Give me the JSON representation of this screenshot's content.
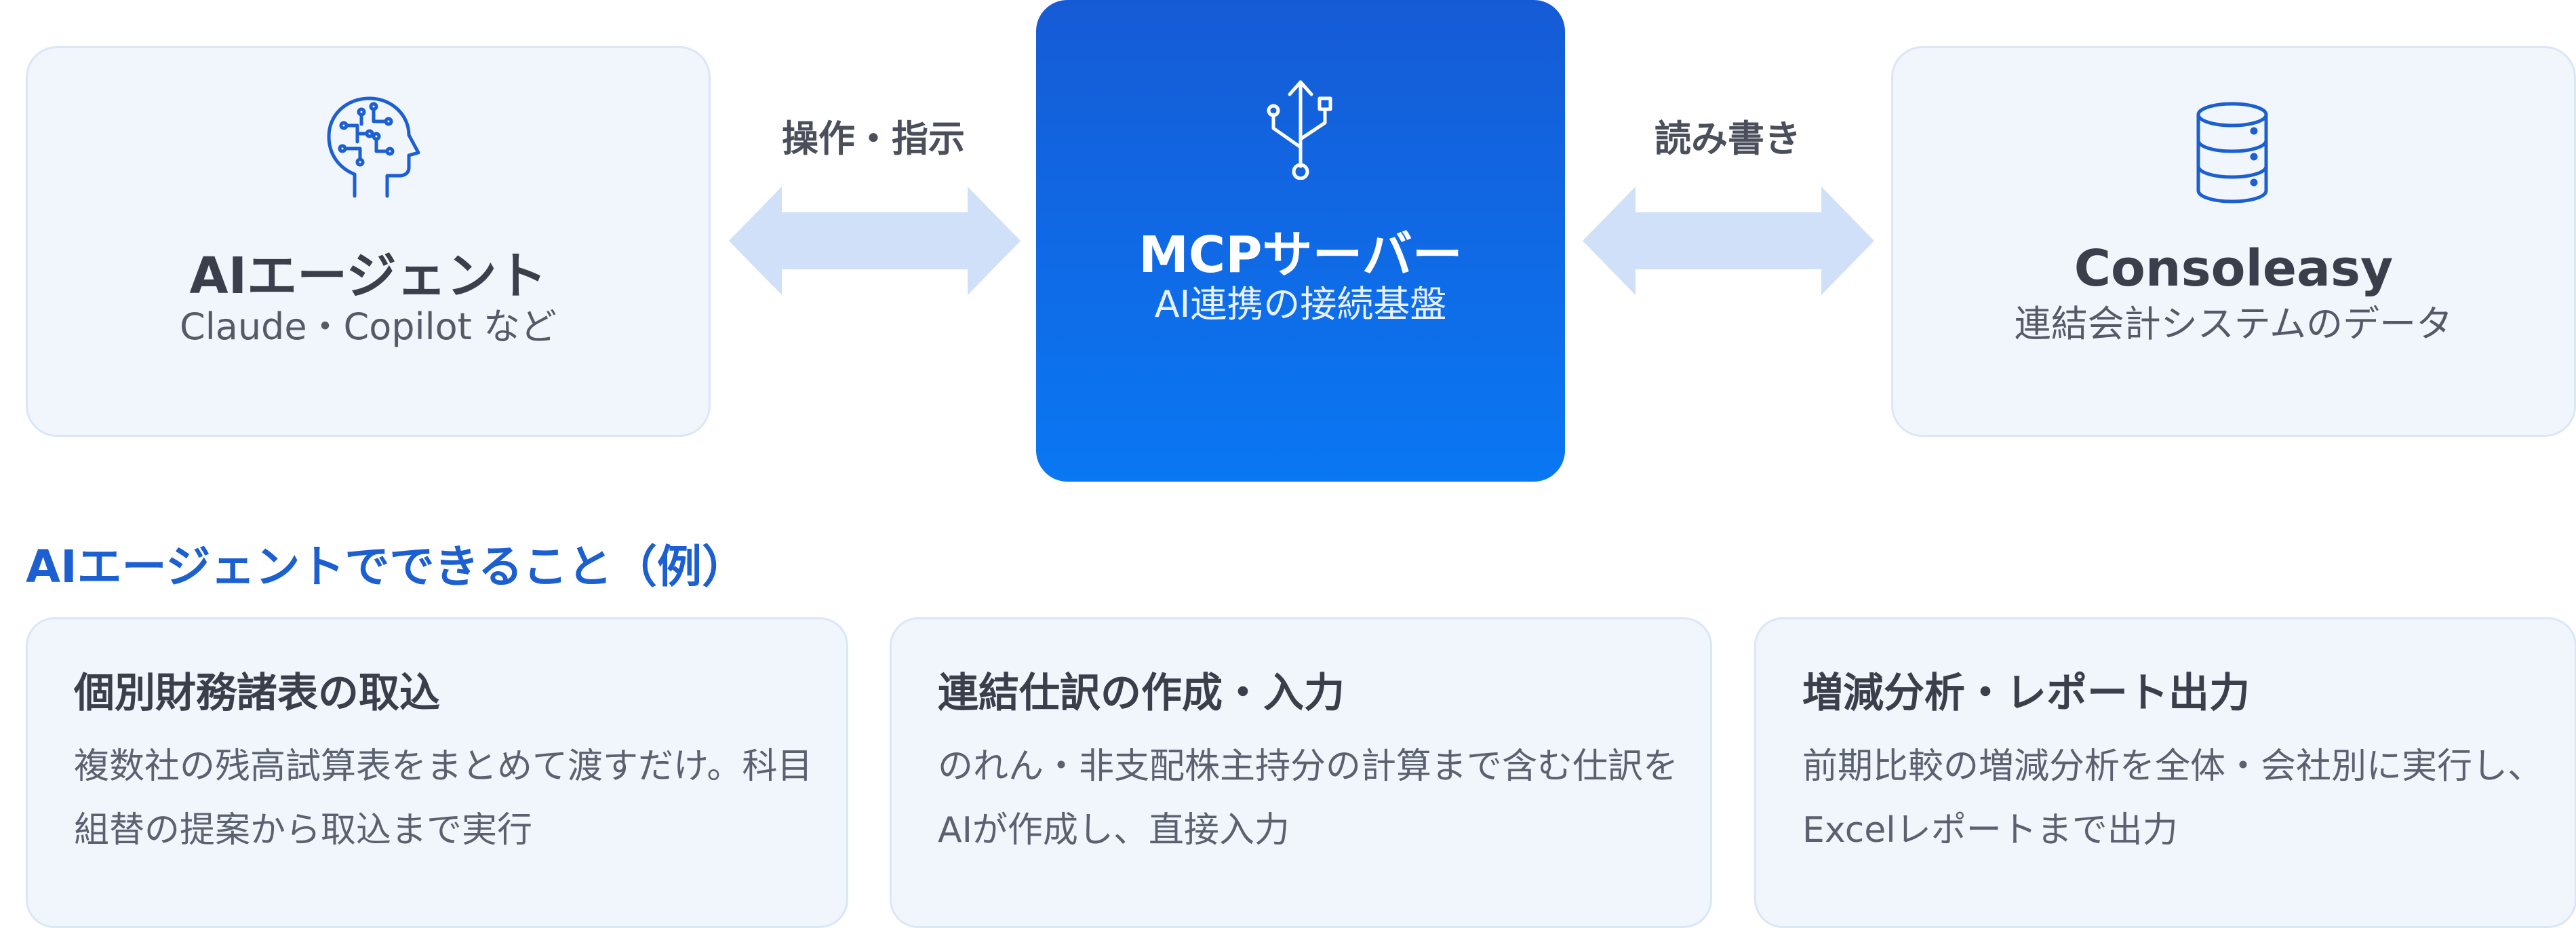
{
  "colors": {
    "accent": "#1b5fd1",
    "mcp_gradient_top": "#165bd6",
    "mcp_gradient_bottom": "#0a77f3",
    "box_background": "#f1f5fc",
    "box_border": "#dbe6f7",
    "arrow": "#cfe0f8",
    "text_dark": "#3a3f4b"
  },
  "agent": {
    "icon": "ai-head-icon",
    "title": "AIエージェント",
    "subtitle": "Claude・Copilot など"
  },
  "mcp": {
    "icon": "usb-icon",
    "title": "MCPサーバー",
    "subtitle": "AI連携の接続基盤"
  },
  "console": {
    "icon": "database-icon",
    "title": "Consoleasy",
    "subtitle": "連結会計システムのデータ"
  },
  "arrows": {
    "left_label": "操作・指示",
    "right_label": "読み書き"
  },
  "section": {
    "heading": "AIエージェントでできること（例）"
  },
  "cards": [
    {
      "title": "個別財務諸表の取込",
      "description": "複数社の残高試算表をまとめて渡すだけ。科目組替の提案から取込まで実行"
    },
    {
      "title": "連結仕訳の作成・入力",
      "description": "のれん・非支配株主持分の計算まで含む仕訳をAIが作成し、直接入力"
    },
    {
      "title": "増減分析・レポート出力",
      "description": "前期比較の増減分析を全体・会社別に実行し、Excelレポートまで出力"
    }
  ]
}
